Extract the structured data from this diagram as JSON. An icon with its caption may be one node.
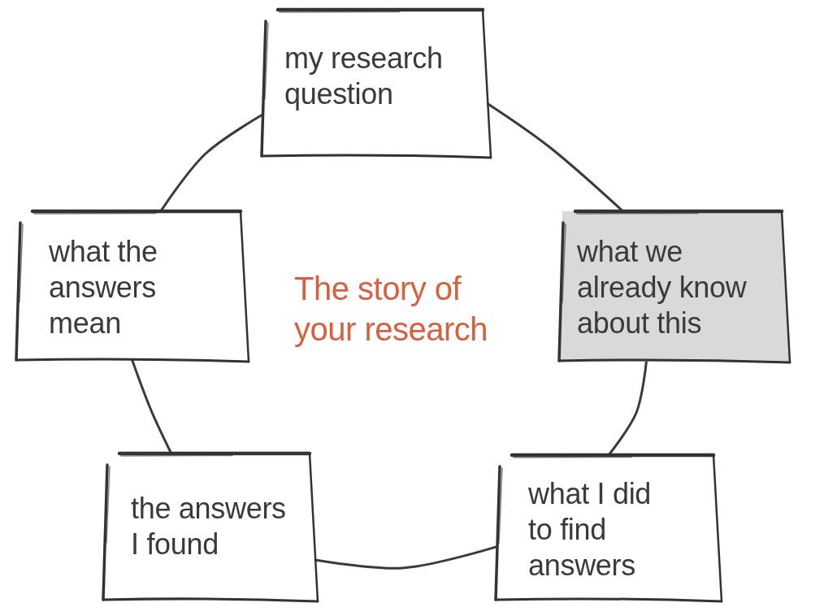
{
  "diagram": {
    "title": "The story of your research",
    "nodes": [
      {
        "text": [
          "my research question"
        ]
      },
      {
        "text": [
          "what we already know about this"
        ]
      },
      {
        "text": [
          "what I did to find answers"
        ]
      },
      {
        "text": [
          "the answers I found"
        ]
      },
      {
        "text": [
          "what the answers mean"
        ]
      }
    ],
    "edges": [
      {
        "from": 0,
        "to": 1,
        "arrow": "none"
      },
      {
        "from": 1,
        "to": 2,
        "arrow": "none"
      },
      {
        "from": 2,
        "to": 3,
        "arrow": "none"
      },
      {
        "from": 3,
        "to": 4,
        "arrow": "none"
      },
      {
        "from": 4,
        "to": 0,
        "arrow": "none"
      }
    ]
  }
}
